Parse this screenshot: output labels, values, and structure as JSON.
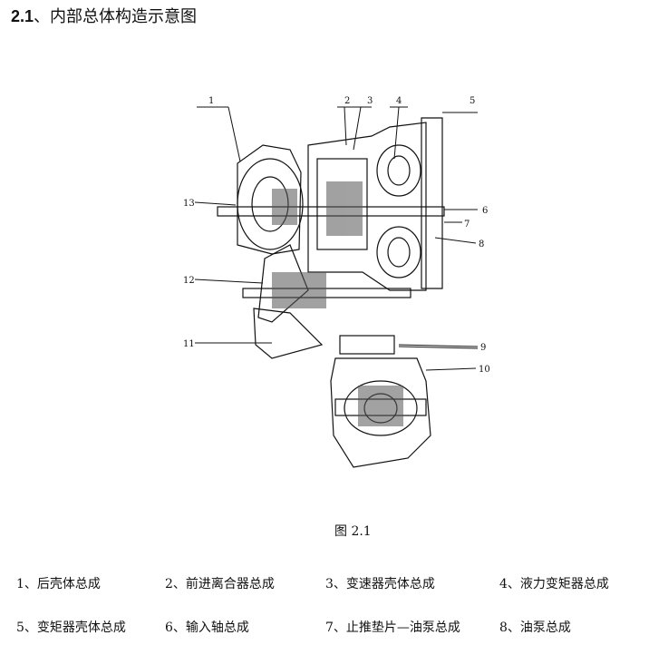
{
  "heading": {
    "number": "2.1",
    "text": "、内部总体构造示意图"
  },
  "figure": {
    "caption": "图 2.1",
    "callouts": [
      "1",
      "2",
      "3",
      "4",
      "5",
      "6",
      "7",
      "8",
      "9",
      "10",
      "11",
      "12",
      "13"
    ]
  },
  "legend": {
    "row1": [
      "1、后壳体总成",
      "2、前进离合器总成",
      "3、变速器壳体总成",
      "4、液力变矩器总成"
    ],
    "row2": [
      "5、变矩器壳体总成",
      "6、输入轴总成",
      "7、止推垫片—油泵总成",
      "8、油泵总成"
    ]
  }
}
